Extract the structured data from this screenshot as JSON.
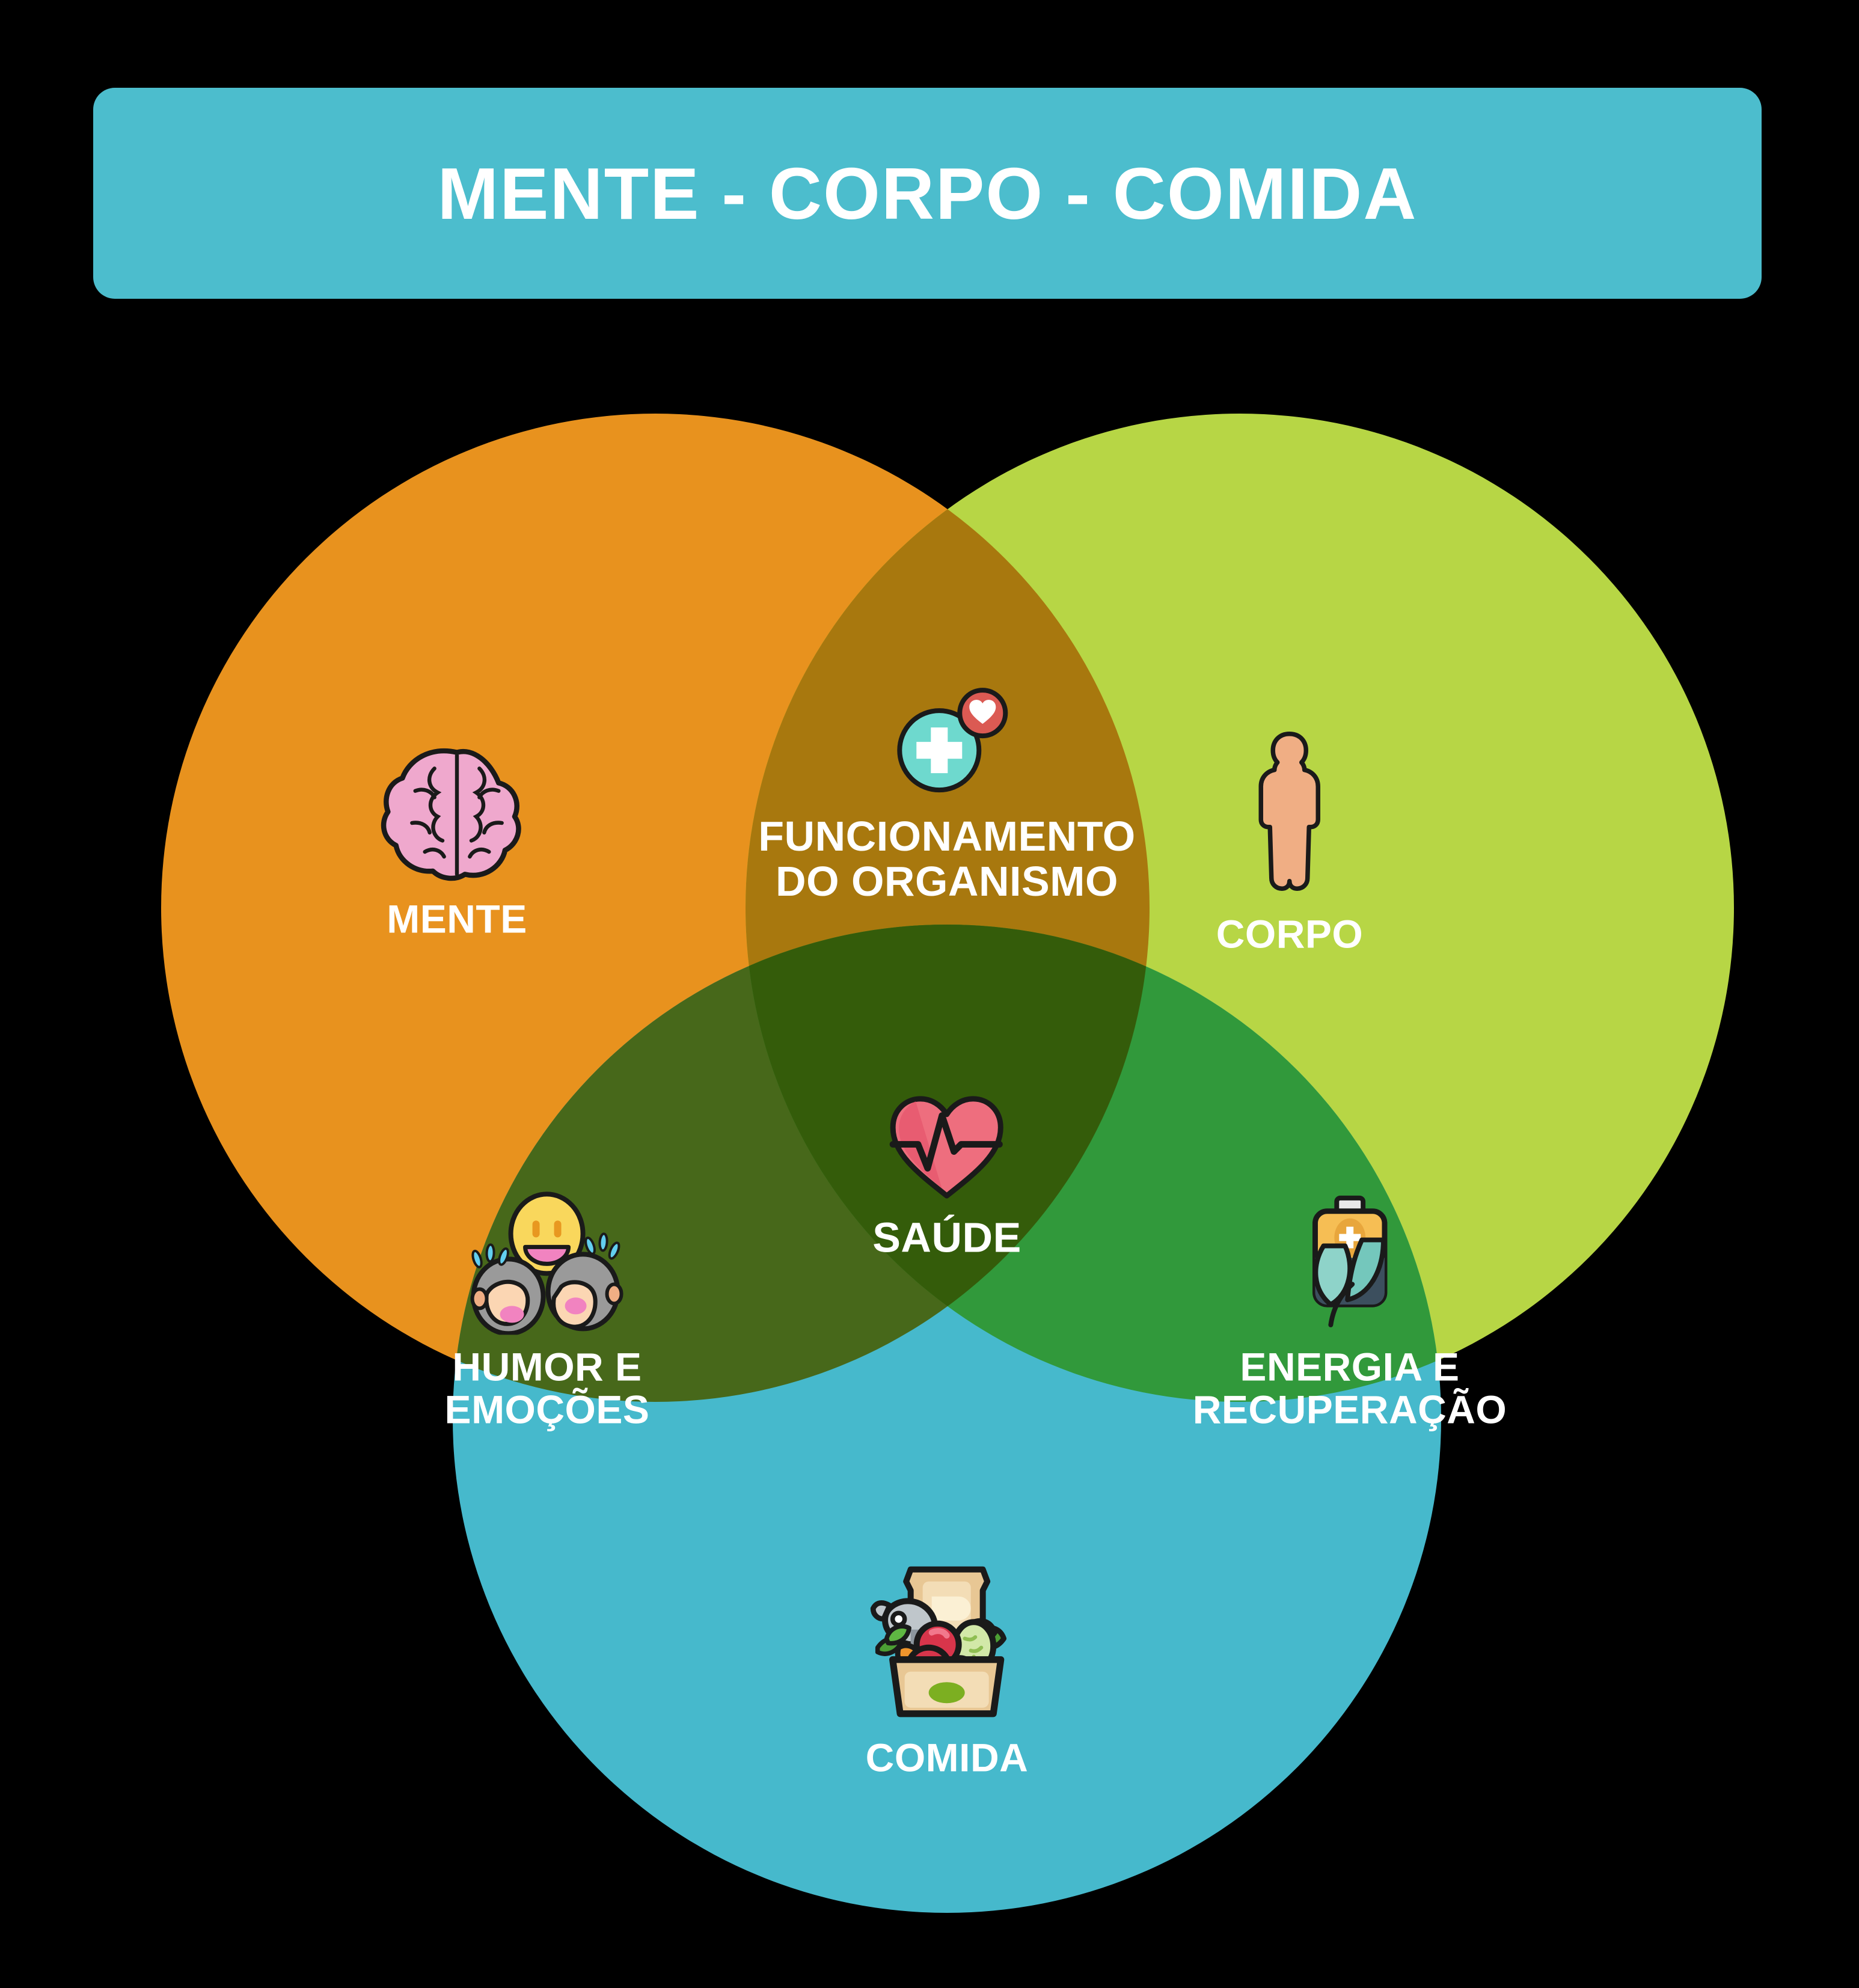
{
  "header": {
    "title": "MENTE - CORPO - COMIDA",
    "background_color": "#4CBDCD",
    "text_color": "#FFFFFF"
  },
  "chart_data": {
    "type": "venn",
    "title": "MENTE - CORPO - COMIDA",
    "set_count": 3,
    "background_color": "#000000",
    "sets": [
      {
        "id": "mente",
        "label": "MENTE",
        "color": "#E8921E",
        "icon": "brain-icon",
        "position": "left"
      },
      {
        "id": "corpo",
        "label": "CORPO",
        "color": "#B7D645",
        "icon": "human-body-icon",
        "position": "right"
      },
      {
        "id": "comida",
        "label": "COMIDA",
        "color": "#46B9CC",
        "icon": "grocery-box-icon",
        "position": "bottom"
      }
    ],
    "intersections": [
      {
        "id": "funcionamento",
        "label": "FUNCIONAMENTO\nDO ORGANISMO",
        "sets": [
          "mente",
          "corpo"
        ],
        "color": "#A8780E",
        "icon": "medical-cross-heart-icon"
      },
      {
        "id": "humor",
        "label": "HUMOR E\nEMOÇÕES",
        "sets": [
          "mente",
          "comida"
        ],
        "color": "#47681A",
        "icon": "happy-faces-icon"
      },
      {
        "id": "energia",
        "label": "ENERGIA E\nRECUPERAÇÃO",
        "sets": [
          "corpo",
          "comida"
        ],
        "color": "#31993B",
        "icon": "battery-leaf-icon"
      },
      {
        "id": "saude",
        "label": "SAÚDE",
        "sets": [
          "mente",
          "corpo",
          "comida"
        ],
        "color": "#345C0A",
        "icon": "heartbeat-icon"
      }
    ]
  },
  "zones": {
    "mente": {
      "label": "MENTE"
    },
    "corpo": {
      "label": "CORPO"
    },
    "comida": {
      "label": "COMIDA"
    },
    "funcionamento": {
      "label": "FUNCIONAMENTO\nDO ORGANISMO"
    },
    "humor": {
      "label": "HUMOR E\nEMOÇÕES"
    },
    "energia": {
      "label": "ENERGIA E\nRECUPERAÇÃO"
    },
    "saude": {
      "label": "SAÚDE"
    }
  }
}
